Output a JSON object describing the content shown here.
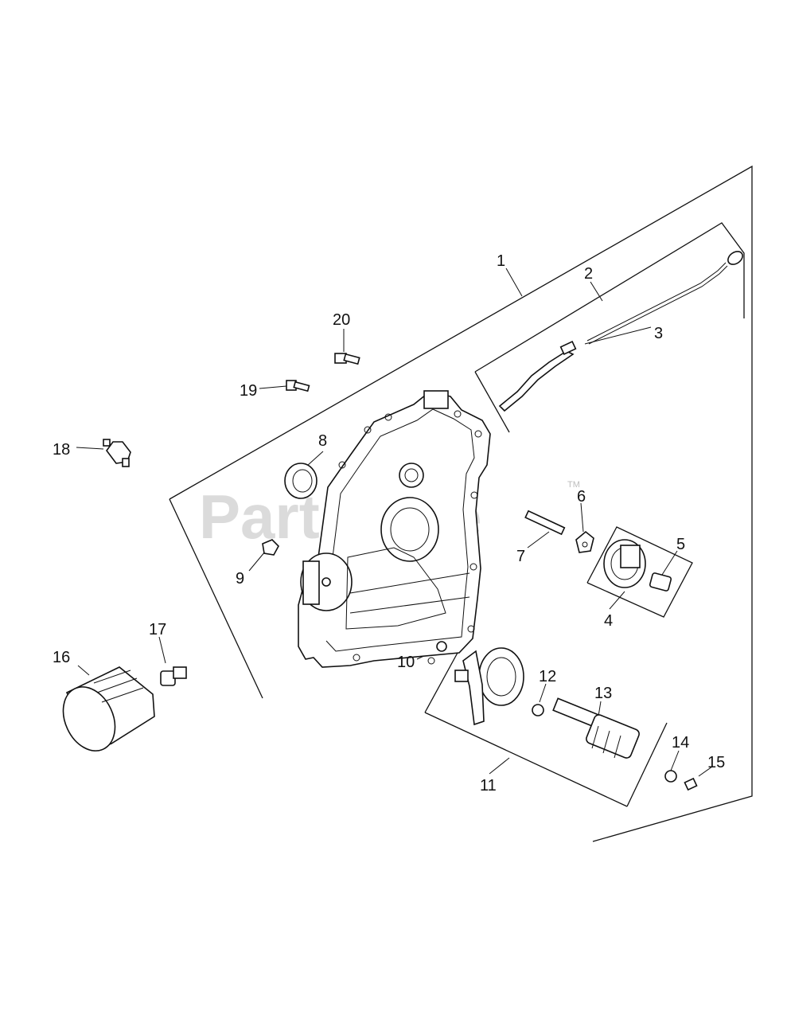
{
  "watermark": {
    "text": "PartsTree",
    "trademark": "TM"
  },
  "callouts": [
    "1",
    "2",
    "3",
    "4",
    "5",
    "6",
    "7",
    "8",
    "9",
    "10",
    "11",
    "12",
    "13",
    "14",
    "15",
    "16",
    "17",
    "18",
    "19",
    "20"
  ],
  "colors": {
    "line": "#111111",
    "watermark": "#cfcfcf",
    "background": "#ffffff"
  }
}
